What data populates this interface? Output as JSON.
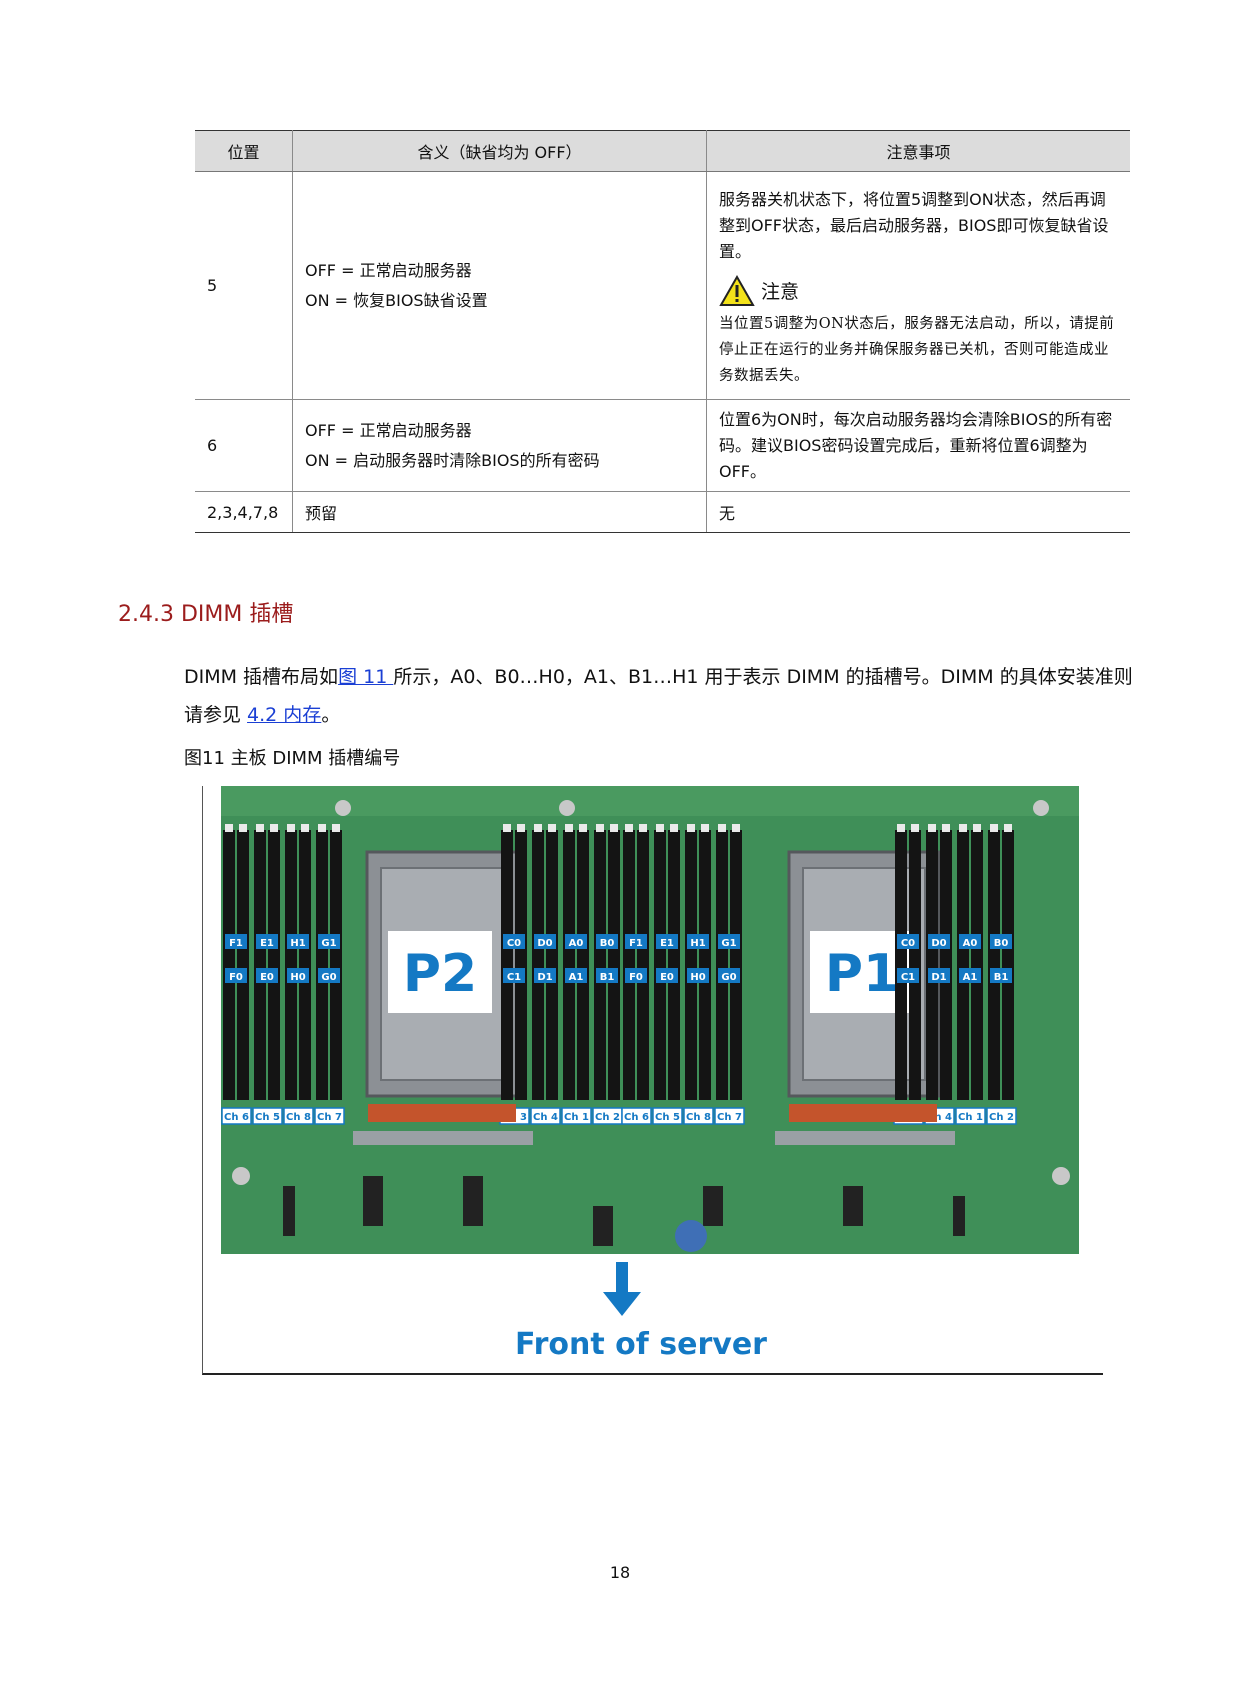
{
  "table": {
    "headers": [
      "位置",
      "含义（缺省均为 OFF）",
      "注意事项"
    ],
    "rows": [
      {
        "position": "5",
        "meaning": [
          "OFF = 正常启动服务器",
          "ON = 恢复BIOS缺省设置"
        ],
        "note": "服务器关机状态下，将位置5调整到ON状态，然后再调整到OFF状态，最后启动服务器，BIOS即可恢复缺省设置。",
        "warning_label": "注意",
        "warning_text": "当位置5调整为ON状态后，服务器无法启动，所以，请提前停止正在运行的业务并确保服务器已关机，否则可能造成业务数据丢失。"
      },
      {
        "position": "6",
        "meaning": [
          "OFF = 正常启动服务器",
          "ON = 启动服务器时清除BIOS的所有密码"
        ],
        "note": "位置6为ON时，每次启动服务器均会清除BIOS的所有密码。建议BIOS密码设置完成后，重新将位置6调整为OFF。"
      },
      {
        "position": "2,3,4,7,8",
        "meaning": [
          "预留"
        ],
        "note": "无"
      }
    ]
  },
  "section": {
    "number": "2.4.3",
    "title": "DIMM 插槽"
  },
  "paragraph": {
    "part1": "DIMM 插槽布局如",
    "link1": "图 11 ",
    "part2": "所示，A0、B0…H0，A1、B1…H1 用于表示 DIMM 的插槽号。DIMM 的具体安装准则请参见 ",
    "link2": "4.2 内存",
    "part3": "。"
  },
  "figure": {
    "caption": "图11  主板 DIMM 插槽编号",
    "cpu_labels": [
      "P2",
      "P1"
    ],
    "cpu2": {
      "left_upper": [
        "F1",
        "E1",
        "H1",
        "G1"
      ],
      "left_lower": [
        "F0",
        "E0",
        "H0",
        "G0"
      ],
      "left_channels": [
        "Ch 6",
        "Ch 5",
        "Ch 8",
        "Ch 7"
      ],
      "mid_upper": [
        "C0",
        "D0",
        "A0",
        "B0"
      ],
      "mid_lower": [
        "C1",
        "D1",
        "A1",
        "B1"
      ],
      "mid_channels": [
        "Ch 3",
        "Ch 4",
        "Ch 1",
        "Ch 2"
      ]
    },
    "cpu1": {
      "left_upper": [
        "F1",
        "E1",
        "H1",
        "G1"
      ],
      "left_lower": [
        "F0",
        "E0",
        "H0",
        "G0"
      ],
      "left_channels": [
        "Ch 6",
        "Ch 5",
        "Ch 8",
        "Ch 7"
      ],
      "right_upper": [
        "C0",
        "D0",
        "A0",
        "B0"
      ],
      "right_lower": [
        "C1",
        "D1",
        "A1",
        "B1"
      ],
      "right_channels": [
        "Ch 3",
        "Ch 4",
        "Ch 1",
        "Ch 2"
      ]
    },
    "front_label": "Front of server",
    "board_color": "#3f8f58",
    "label_color": "#1479c4"
  },
  "page_number": "18"
}
